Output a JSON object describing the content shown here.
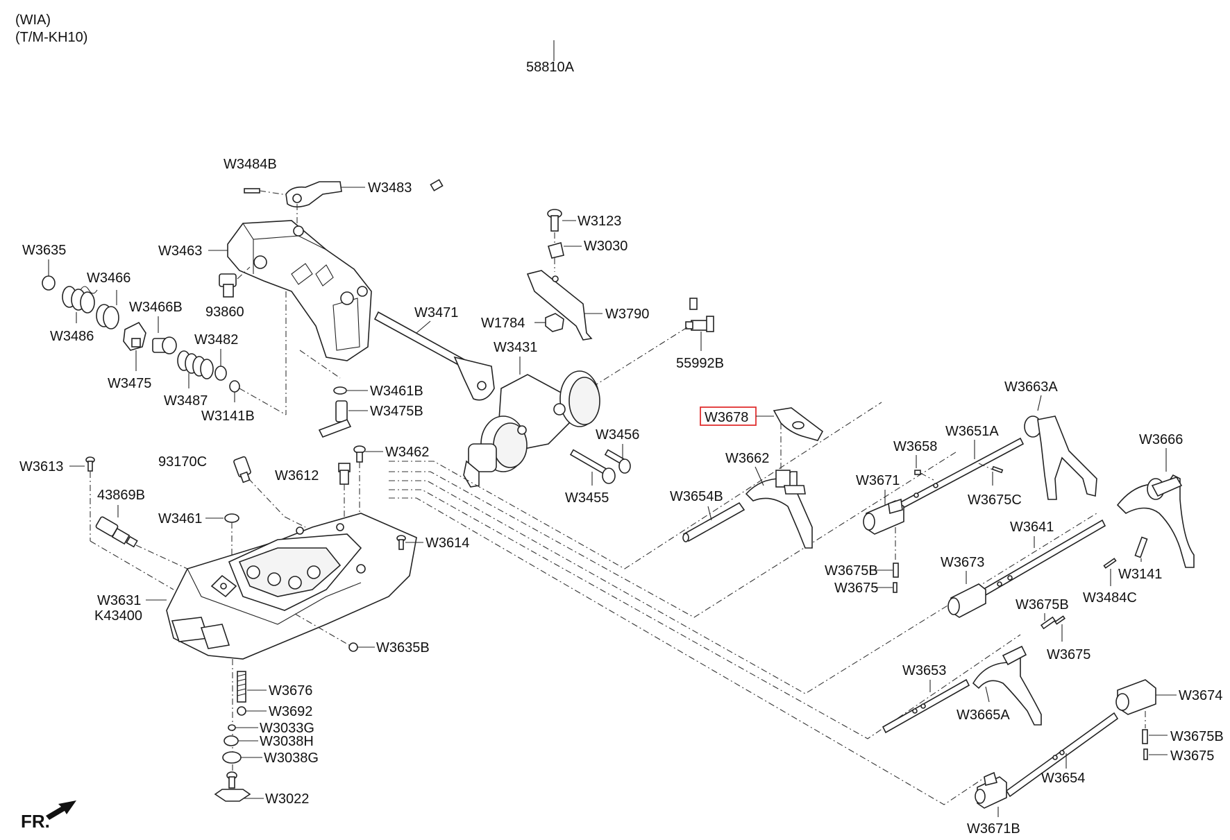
{
  "header": {
    "line1": "(WIA)",
    "line2": "(T/M-KH10)"
  },
  "orientation": {
    "label": "FR."
  },
  "highlighted_part": "W3678",
  "labels": {
    "p58810A": "58810A",
    "p55992B": "55992B",
    "pW3484B": "W3484B",
    "pW3483": "W3483",
    "pW3463": "W3463",
    "pW3635": "W3635",
    "pW3466": "W3466",
    "pW3486": "W3486",
    "pW3466B": "W3466B",
    "pW3482": "W3482",
    "pW3475": "W3475",
    "pW3487": "W3487",
    "pW3141B": "W3141B",
    "p93860": "93860",
    "pW3471": "W3471",
    "pW3461B": "W3461B",
    "pW3475B": "W3475B",
    "pW3431": "W3431",
    "pW3123": "W3123",
    "pW3030": "W3030",
    "pW3790": "W3790",
    "pW1784": "W1784",
    "pW3456": "W3456",
    "pW3455": "W3455",
    "pW3462": "W3462",
    "p93170C": "93170C",
    "pW3612": "W3612",
    "pW3613": "W3613",
    "p43869B": "43869B",
    "pW3461": "W3461",
    "pW3614": "W3614",
    "pW3631": "W3631",
    "pK43400": "K43400",
    "pW3635B": "W3635B",
    "pW3676": "W3676",
    "pW3692": "W3692",
    "pW3033G": "W3033G",
    "pW3038H": "W3038H",
    "pW3038G": "W3038G",
    "pW3022": "W3022",
    "pW3678": "W3678",
    "pW3662": "W3662",
    "pW3654B": "W3654B",
    "pW3663A": "W3663A",
    "pW3651A": "W3651A",
    "pW3658": "W3658",
    "pW3671": "W3671",
    "pW3675C": "W3675C",
    "pW3666": "W3666",
    "pW3641": "W3641",
    "pW3675B_a": "W3675B",
    "pW3675_a": "W3675",
    "pW3673": "W3673",
    "pW3141": "W3141",
    "pW3484C": "W3484C",
    "pW3675B_b": "W3675B",
    "pW3675_b": "W3675",
    "pW3653": "W3653",
    "pW3665A": "W3665A",
    "pW3674": "W3674",
    "pW3675B_c": "W3675B",
    "pW3675_c": "W3675",
    "pW3654": "W3654",
    "pW3671B": "W3671B"
  }
}
